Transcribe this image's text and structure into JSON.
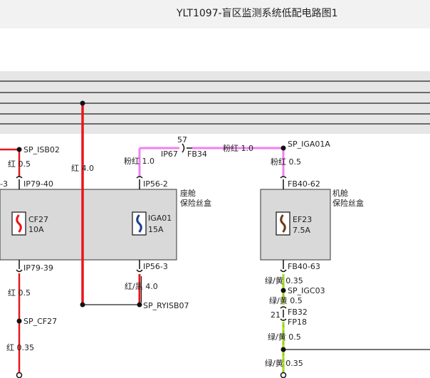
{
  "header": {
    "title": "YLT1097-盲区监测系统低配电路图1"
  },
  "boxes": {
    "cabin": {
      "name_line1": "座舱",
      "name_line2": "保险丝盒"
    },
    "engine": {
      "name_line1": "机舱",
      "name_line2": "保险丝盒"
    }
  },
  "fuses": {
    "cf27": {
      "name": "CF27",
      "rating": "10A"
    },
    "iga01": {
      "name": "IGA01",
      "rating": "15A"
    },
    "ef23": {
      "name": "EF23",
      "rating": "7.5A"
    }
  },
  "labels": {
    "sp_isb02": "SP_ISB02",
    "red_05_top": "红 0.5",
    "dash3": "-3",
    "ip79_40": "IP79-40",
    "ip79_39": "IP79-39",
    "red_05_bottom": "红 0.5",
    "sp_cf27": "SP_CF27",
    "red_035": "红 0.35",
    "red_40": "红 4.0",
    "pinkred_10_left": "粉红 1.0",
    "num_57": "57",
    "ip67": "IP67",
    "fb34": "FB34",
    "pinkred_10_mid": "粉红 1.0",
    "sp_iga01a": "SP_IGA01A",
    "pinkred_05": "粉红 0.5",
    "ip56_2": "IP56-2",
    "ip56_3": "IP56-3",
    "redblack_40": "红/黑 4.0",
    "sp_ryisb07": "SP_RYISB07",
    "fb40_62": "FB40-62",
    "fb40_63": "FB40-63",
    "gy_035_a": "绿/黄 0.35",
    "sp_igc03": "SP_IGC03",
    "gy_05_a": "绿/黄 0.5",
    "num_21": "21",
    "fb32": "FB32",
    "fp18": "FP18",
    "gy_05_b": "绿/黄 0.5",
    "gy_035_b": "绿/黄 0.35"
  },
  "colors": {
    "red_wire": "#e8161b",
    "pink_wire": "#f27ff2",
    "green_wire": "#8bd11f",
    "yellow_stripe": "#f2e60d",
    "box_fill": "#d9d9d9",
    "bus_band": "#e6e6e6"
  }
}
